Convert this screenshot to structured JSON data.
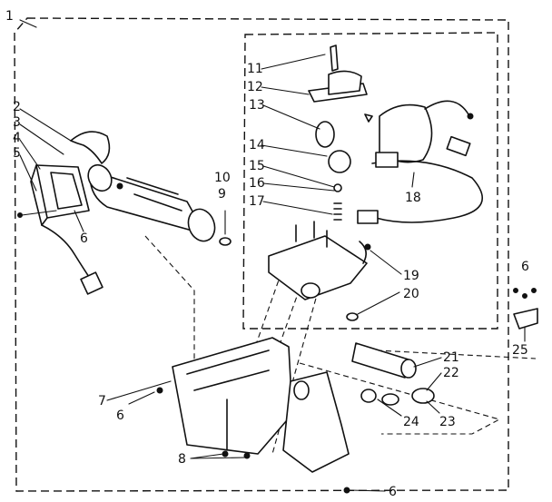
{
  "callouts": [
    {
      "id": "c1",
      "text": "1"
    },
    {
      "id": "c2",
      "text": "2"
    },
    {
      "id": "c3",
      "text": "3"
    },
    {
      "id": "c4",
      "text": "4"
    },
    {
      "id": "c5",
      "text": "5"
    },
    {
      "id": "c6a",
      "text": "6"
    },
    {
      "id": "c6b",
      "text": "6"
    },
    {
      "id": "c6c",
      "text": "6"
    },
    {
      "id": "c6d",
      "text": "6"
    },
    {
      "id": "c7",
      "text": "7"
    },
    {
      "id": "c8",
      "text": "8"
    },
    {
      "id": "c9",
      "text": "9"
    },
    {
      "id": "c10",
      "text": "10"
    },
    {
      "id": "c11",
      "text": "11"
    },
    {
      "id": "c12",
      "text": "12"
    },
    {
      "id": "c13",
      "text": "13"
    },
    {
      "id": "c14",
      "text": "14"
    },
    {
      "id": "c15",
      "text": "15"
    },
    {
      "id": "c16",
      "text": "16"
    },
    {
      "id": "c17",
      "text": "17"
    },
    {
      "id": "c18",
      "text": "18"
    },
    {
      "id": "c19",
      "text": "19"
    },
    {
      "id": "c20",
      "text": "20"
    },
    {
      "id": "c21",
      "text": "21"
    },
    {
      "id": "c22",
      "text": "22"
    },
    {
      "id": "c23",
      "text": "23"
    },
    {
      "id": "c24",
      "text": "24"
    },
    {
      "id": "c25",
      "text": "25"
    }
  ]
}
